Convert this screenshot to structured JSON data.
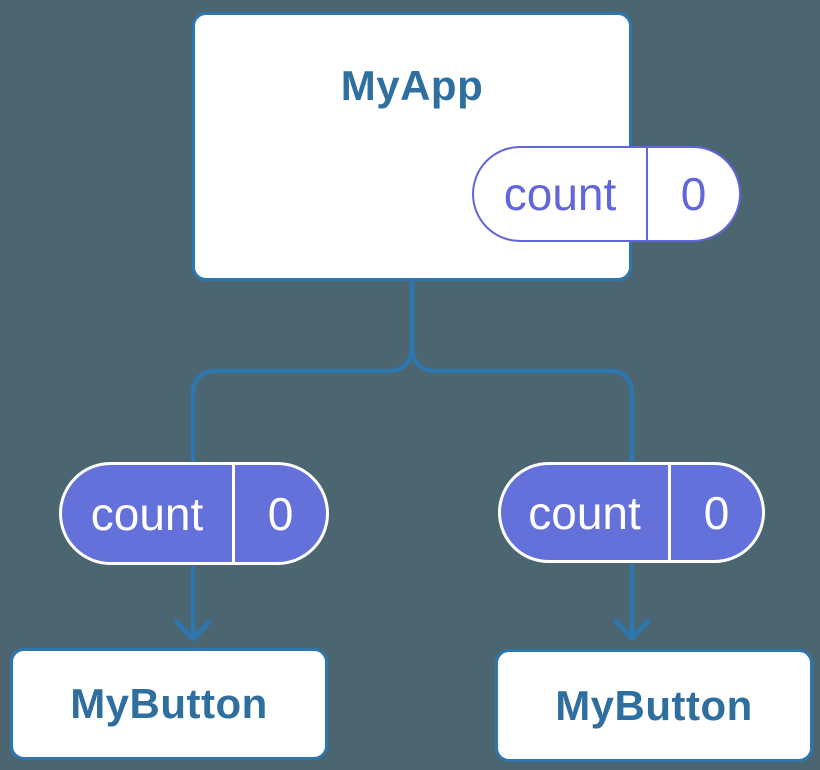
{
  "canvas": {
    "background": "#4C6671"
  },
  "colors": {
    "card_background": "#FFFFFF",
    "card_border_blue": "#2E76AE",
    "card_text_blue": "#2E6F9F",
    "connector_blue": "#2E76AE",
    "state_purple_outline": "#6266DB",
    "state_purple_fill": "#6571DB",
    "state_text_on_fill": "#FFFFFF"
  },
  "diagram": {
    "root": {
      "title": "MyApp",
      "state": {
        "label": "count",
        "value": "0"
      }
    },
    "children": [
      {
        "title": "MyButton",
        "state": {
          "label": "count",
          "value": "0"
        }
      },
      {
        "title": "MyButton",
        "state": {
          "label": "count",
          "value": "0"
        }
      }
    ]
  }
}
